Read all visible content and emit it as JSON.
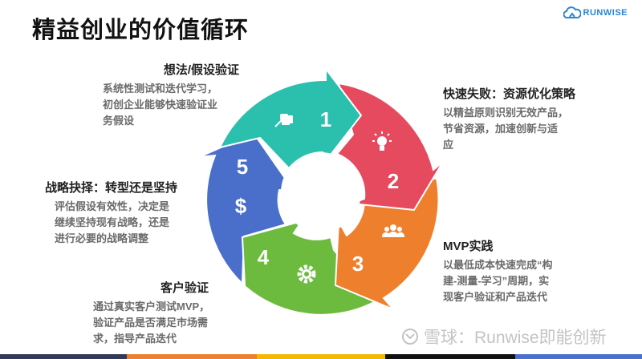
{
  "header": {
    "title": "精益创业的价值循环"
  },
  "logo": {
    "text": "RUNWISE",
    "color": "#2a84d6"
  },
  "steps": [
    {
      "number": "1",
      "icon": "handshake-icon",
      "color": "#2bbfae",
      "heading": "想法/假设验证",
      "desc_lines": [
        "系统性测试和迭代学习，",
        "初创企业能够快速验证业",
        "务假设"
      ]
    },
    {
      "number": "2",
      "icon": "lightbulb-icon",
      "color": "#e64a5f",
      "heading": "快速失败：资源优化策略",
      "desc_lines": [
        "以精益原则识别无效产品，",
        "节省资源，加速创新与适",
        "应"
      ]
    },
    {
      "number": "3",
      "icon": "users-icon",
      "color": "#ee7f2c",
      "heading": "MVP实践",
      "desc_lines": [
        "以最低成本快速完成“构",
        "建-测量-学习”周期，实",
        "现客户验证和产品迭代"
      ]
    },
    {
      "number": "4",
      "icon": "gear-icon",
      "color": "#6cbb3f",
      "heading": "客户验证",
      "desc_lines": [
        "通过真实客户测试MVP，",
        "验证产品是否满足市场需",
        "求，指导产品迭代"
      ]
    },
    {
      "number": "5",
      "icon": "dollar-icon",
      "color": "#4a6fcb",
      "heading": "战略抉择：转型还是坚持",
      "desc_lines": [
        "评估假设有效性，决定是",
        "继续坚持现有战略，还是",
        "进行必要的战略调整"
      ]
    }
  ],
  "watermark": {
    "text": "雪球：Runwise即能创新"
  },
  "bottom_bar": [
    "#2f3b57",
    "#ee7f2c",
    "#f5b800",
    "#111111",
    "#4a72cc"
  ]
}
